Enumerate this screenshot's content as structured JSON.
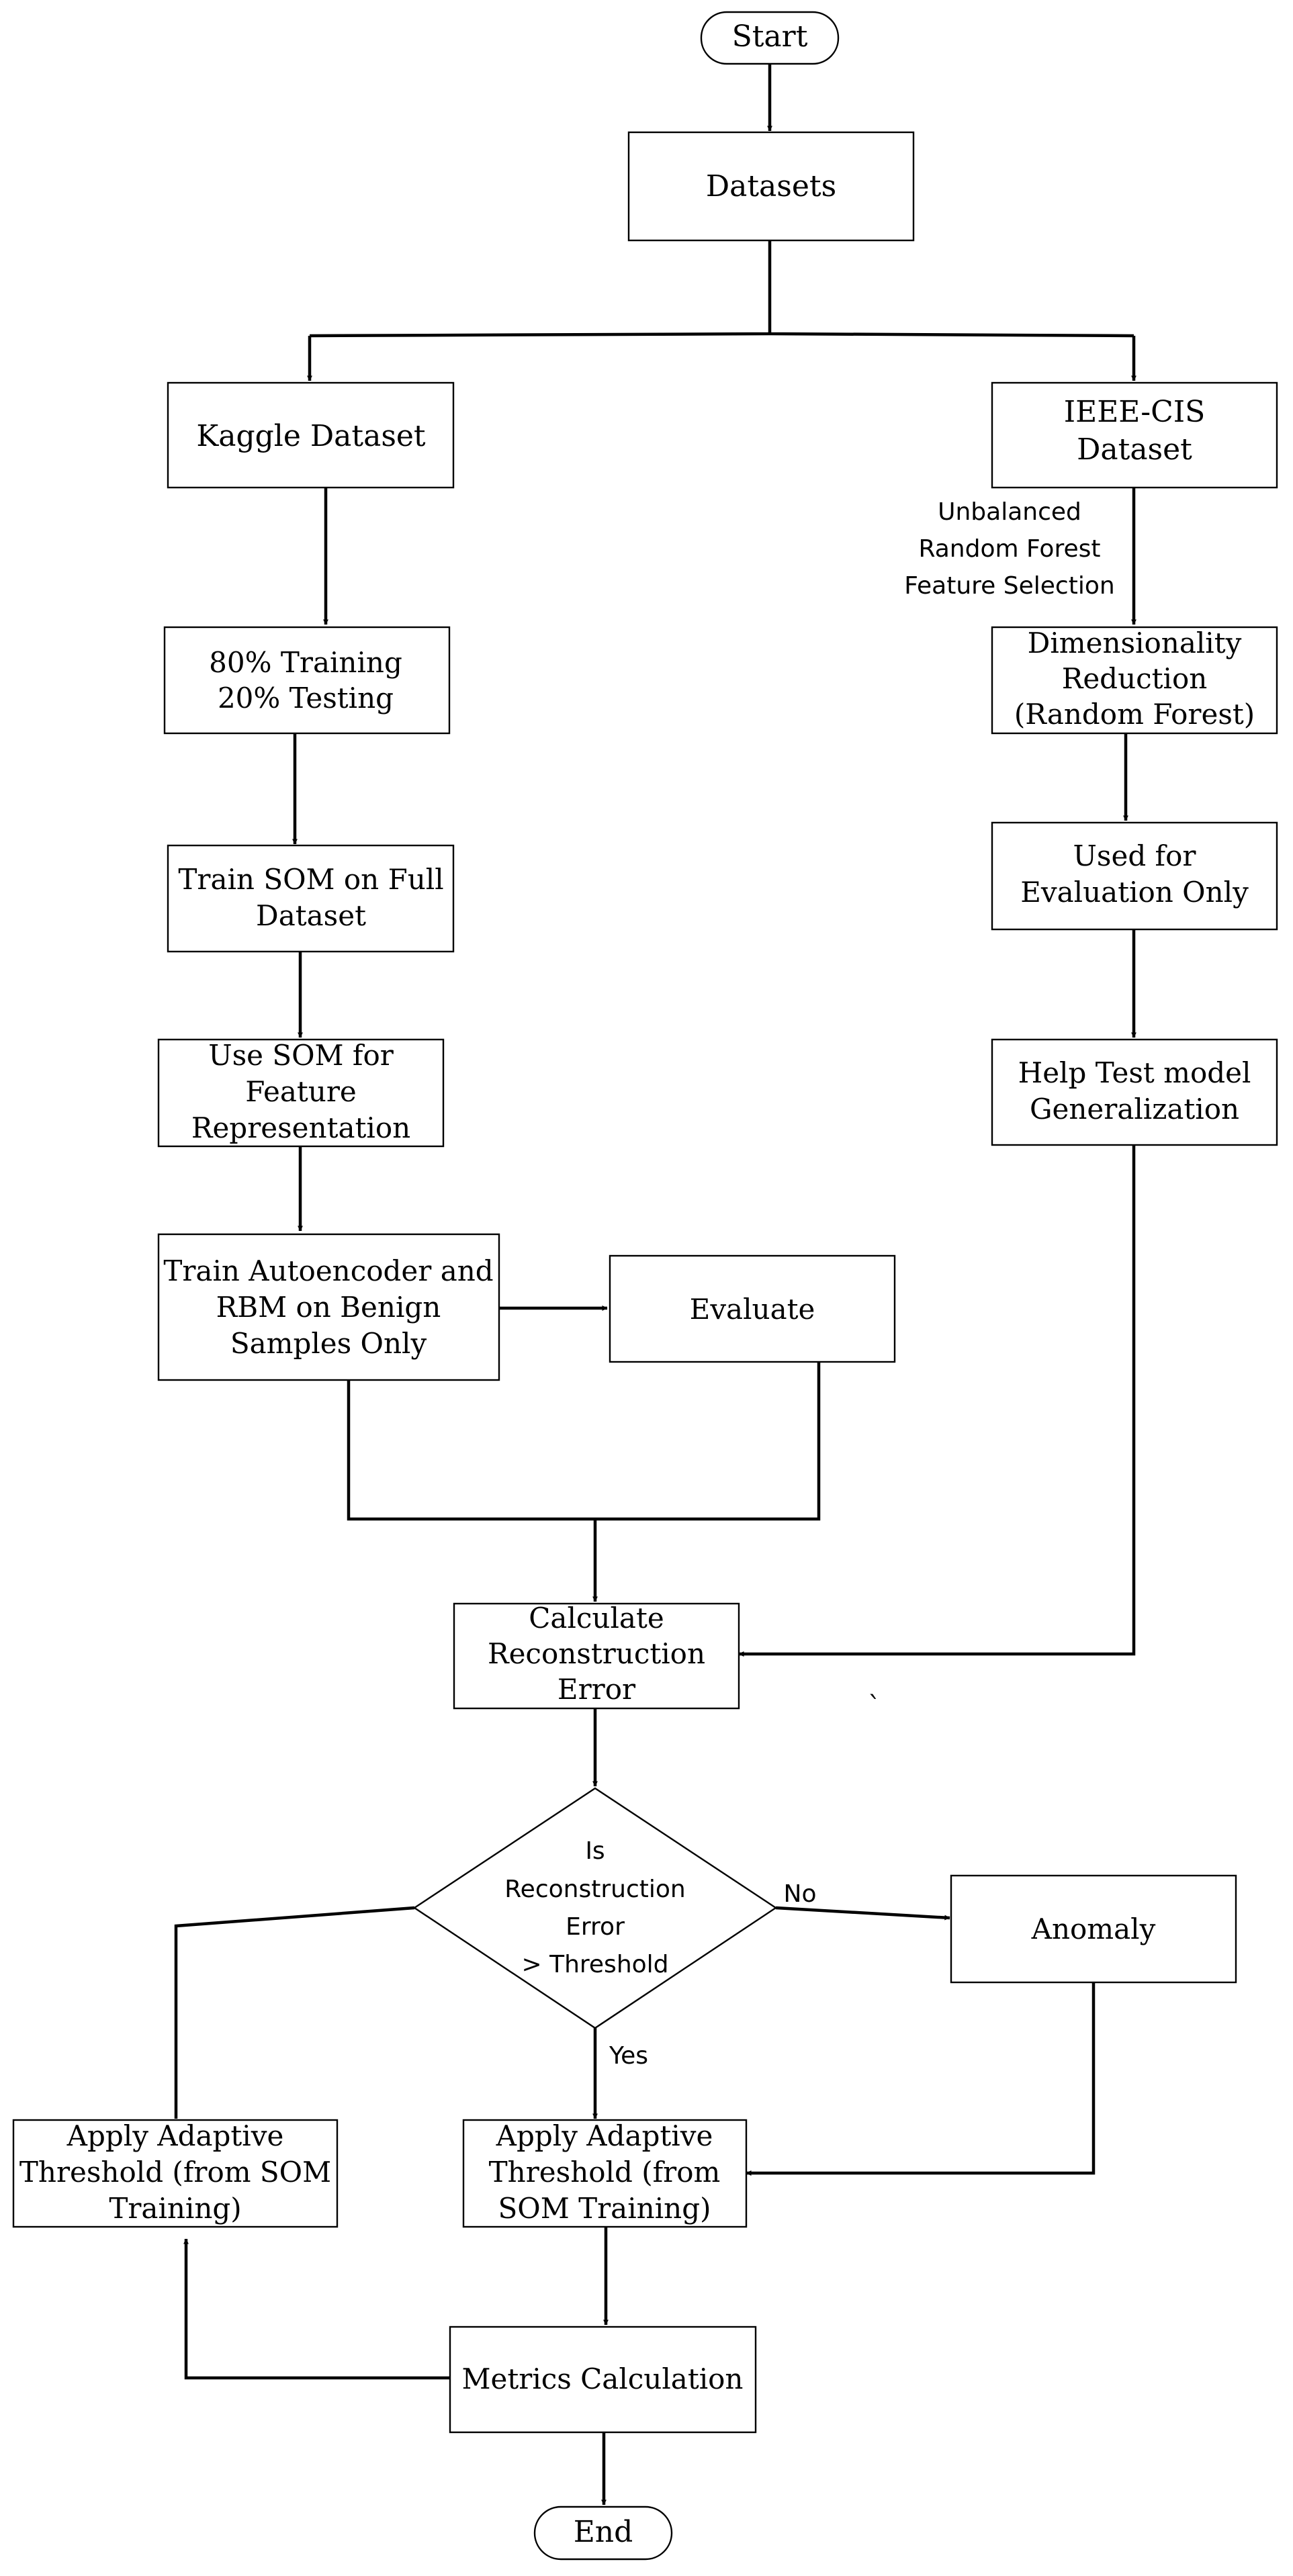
{
  "nodes": {
    "start": "Start",
    "datasets": "Datasets",
    "kaggle": "Kaggle Dataset",
    "ieee": [
      "IEEE-CIS",
      "Dataset"
    ],
    "split": [
      "80% Training",
      "20% Testing"
    ],
    "dimred": [
      "Dimensionality",
      "Reduction",
      "(Random Forest)"
    ],
    "train_som": [
      "Train SOM on Full",
      "Dataset"
    ],
    "eval_only": [
      "Used for",
      "Evaluation Only"
    ],
    "use_som": [
      "Use SOM for",
      "Feature",
      "Representation"
    ],
    "help_test": [
      "Help Test model",
      "Generalization"
    ],
    "train_ae": [
      "Train Autoencoder and",
      "RBM on Benign",
      "Samples Only"
    ],
    "evaluate": "Evaluate",
    "calc_err": [
      "Calculate",
      "Reconstruction",
      "Error"
    ],
    "decision": [
      "Is",
      "Reconstruction",
      "Error",
      "> Threshold"
    ],
    "anomaly": "Anomaly",
    "adaptive_left": [
      "Apply Adaptive",
      "Threshold (from SOM",
      "Training)"
    ],
    "adaptive_center": [
      "Apply Adaptive",
      "Threshold (from",
      "SOM Training)"
    ],
    "metrics": "Metrics Calculation",
    "end": "End"
  },
  "edge_labels": {
    "ieee_note": [
      "Unbalanced",
      "Random Forest",
      "Feature Selection"
    ],
    "no": "No",
    "yes": "Yes",
    "stray_mark": "`"
  }
}
